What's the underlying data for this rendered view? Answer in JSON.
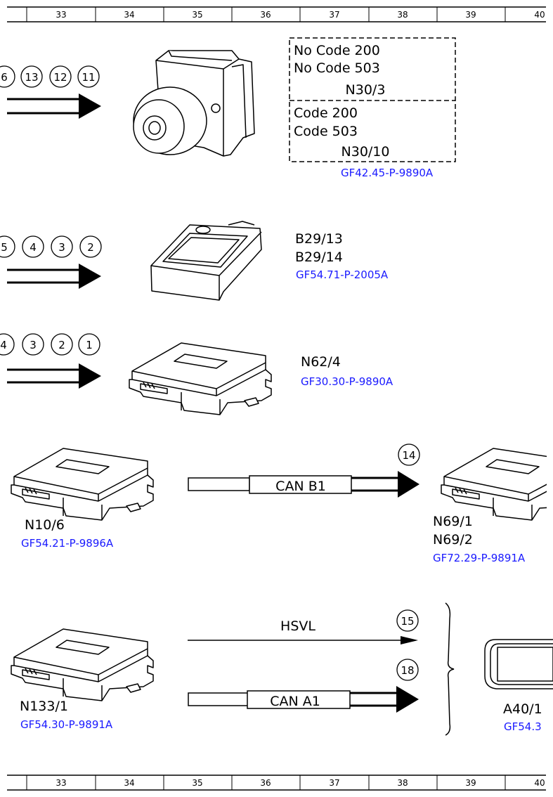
{
  "ruler": {
    "columns": [
      "",
      "33",
      "34",
      "35",
      "36",
      "37",
      "38",
      "39",
      "40"
    ]
  },
  "components": {
    "hydraulic_unit": {
      "group1_line1": "No Code 200",
      "group1_line2": "No Code 503",
      "group1_id": "N30/3",
      "group2_line1": "Code 200",
      "group2_line2": "Code 503",
      "group2_id": "N30/10",
      "ref": "GF42.45-P-9890A",
      "circles": [
        "6",
        "13",
        "12",
        "11"
      ]
    },
    "sensor": {
      "id1": "B29/13",
      "id2": "B29/14",
      "ref": "GF54.71-P-2005A",
      "circles": [
        "5",
        "4",
        "3",
        "2"
      ]
    },
    "module_n62": {
      "id": "N62/4",
      "ref": "GF30.30-P-9890A",
      "circles": [
        "4",
        "3",
        "2",
        "1"
      ]
    },
    "module_n10": {
      "id": "N10/6",
      "ref": "GF54.21-P-9896A"
    },
    "module_n69": {
      "id1": "N69/1",
      "id2": "N69/2",
      "ref": "GF72.29-P-9891A"
    },
    "module_n133": {
      "id": "N133/1",
      "ref": "GF54.30-P-9891A"
    },
    "cluster": {
      "id": "A40/1",
      "ref": "GF54.3"
    }
  },
  "connections": {
    "can_b1": {
      "label": "CAN B1",
      "circle": "14"
    },
    "hsvl": {
      "label": "HSVL",
      "circle": "15"
    },
    "can_a1": {
      "label": "CAN A1",
      "circle": "18"
    }
  }
}
